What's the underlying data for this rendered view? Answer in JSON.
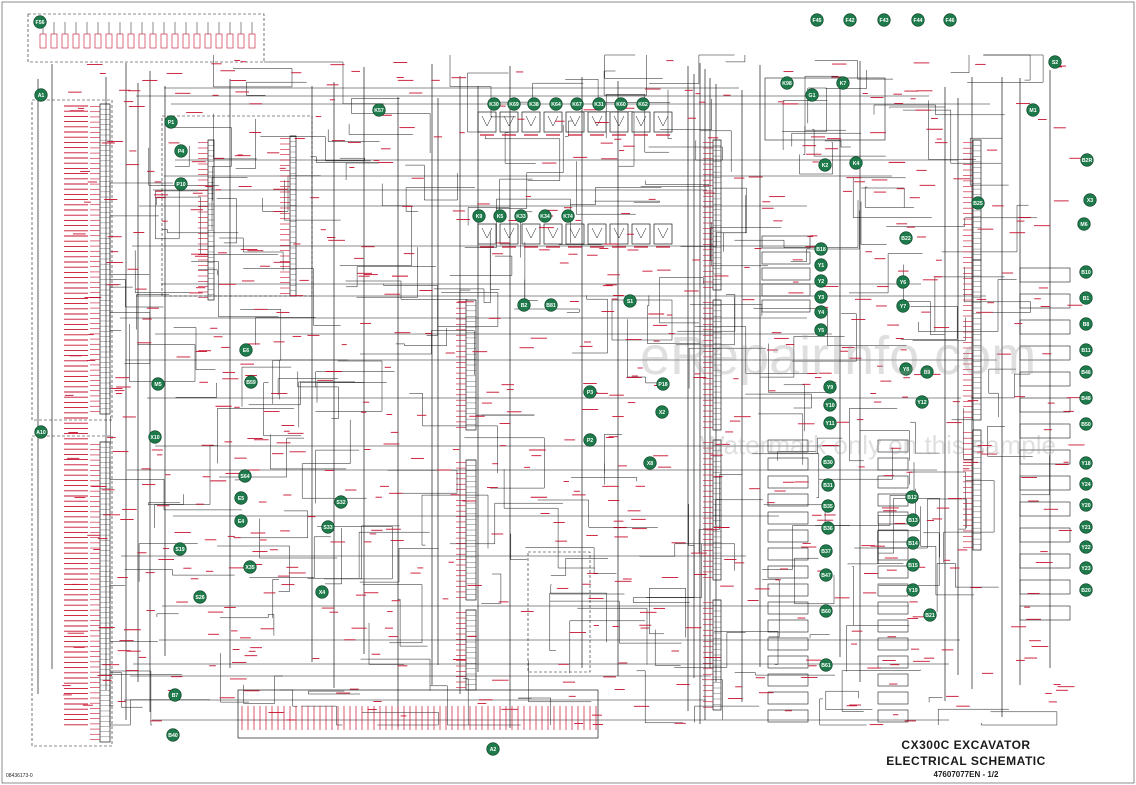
{
  "title_block": {
    "title": "CX300C EXCAVATOR",
    "subtitle": "ELECTRICAL SCHEMATIC",
    "doc_number": "47607077EN - 1/2"
  },
  "drawing_number": "08436173-0",
  "watermark": {
    "main": "eRepairInfo.com",
    "sub": "Watermark only on this sample"
  },
  "colors": {
    "wire": "#1a1a1a",
    "label": "#c8102e",
    "marker_fill": "#1e7a4a",
    "marker_text": "#ffffff",
    "background": "#ffffff"
  },
  "components": [
    {
      "id": "F56"
    },
    {
      "id": "A1"
    },
    {
      "id": "A10"
    },
    {
      "id": "A2"
    },
    {
      "id": "P1"
    },
    {
      "id": "P4"
    },
    {
      "id": "P10"
    },
    {
      "id": "K57"
    },
    {
      "id": "M5"
    },
    {
      "id": "X10"
    },
    {
      "id": "E6"
    },
    {
      "id": "B59"
    },
    {
      "id": "E5"
    },
    {
      "id": "E4"
    },
    {
      "id": "S64"
    },
    {
      "id": "K30"
    },
    {
      "id": "K69"
    },
    {
      "id": "K38"
    },
    {
      "id": "K64"
    },
    {
      "id": "K67"
    },
    {
      "id": "K31"
    },
    {
      "id": "K60"
    },
    {
      "id": "K62"
    },
    {
      "id": "K9"
    },
    {
      "id": "K5"
    },
    {
      "id": "K33"
    },
    {
      "id": "K34"
    },
    {
      "id": "K74"
    },
    {
      "id": "S1"
    },
    {
      "id": "B81"
    },
    {
      "id": "B2"
    },
    {
      "id": "P18"
    },
    {
      "id": "P3"
    },
    {
      "id": "P2"
    },
    {
      "id": "X2"
    },
    {
      "id": "X8"
    },
    {
      "id": "S32"
    },
    {
      "id": "S33"
    },
    {
      "id": "X35"
    },
    {
      "id": "X4"
    },
    {
      "id": "S19"
    },
    {
      "id": "S26"
    },
    {
      "id": "B7"
    },
    {
      "id": "B40"
    },
    {
      "id": "F45"
    },
    {
      "id": "F42"
    },
    {
      "id": "F43"
    },
    {
      "id": "F44"
    },
    {
      "id": "F46"
    },
    {
      "id": "S2"
    },
    {
      "id": "M1"
    },
    {
      "id": "K7"
    },
    {
      "id": "G1"
    },
    {
      "id": "K98"
    },
    {
      "id": "K2"
    },
    {
      "id": "K4"
    },
    {
      "id": "B2R"
    },
    {
      "id": "X3"
    },
    {
      "id": "M6"
    },
    {
      "id": "B25"
    },
    {
      "id": "B22"
    },
    {
      "id": "B18"
    },
    {
      "id": "Y1"
    },
    {
      "id": "Y2"
    },
    {
      "id": "Y3"
    },
    {
      "id": "Y4"
    },
    {
      "id": "Y5"
    },
    {
      "id": "Y6"
    },
    {
      "id": "Y7"
    },
    {
      "id": "Y8"
    },
    {
      "id": "Y9"
    },
    {
      "id": "Y10"
    },
    {
      "id": "Y11"
    },
    {
      "id": "Y12"
    },
    {
      "id": "B9"
    },
    {
      "id": "B10"
    },
    {
      "id": "B1"
    },
    {
      "id": "B8"
    },
    {
      "id": "B11"
    },
    {
      "id": "B46"
    },
    {
      "id": "B48"
    },
    {
      "id": "B50"
    },
    {
      "id": "Y18"
    },
    {
      "id": "Y24"
    },
    {
      "id": "B12"
    },
    {
      "id": "B13"
    },
    {
      "id": "B14"
    },
    {
      "id": "B15"
    },
    {
      "id": "Y19"
    },
    {
      "id": "Y20"
    },
    {
      "id": "Y21"
    },
    {
      "id": "Y22"
    },
    {
      "id": "Y23"
    },
    {
      "id": "B20"
    },
    {
      "id": "B21"
    },
    {
      "id": "B30"
    },
    {
      "id": "B31"
    },
    {
      "id": "B35"
    },
    {
      "id": "B36"
    },
    {
      "id": "B37"
    },
    {
      "id": "B47"
    },
    {
      "id": "B60"
    },
    {
      "id": "B61"
    }
  ]
}
